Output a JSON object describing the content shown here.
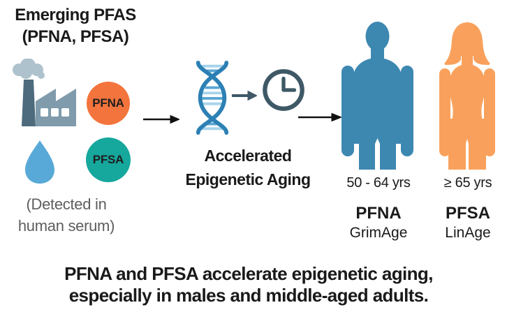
{
  "header": {
    "title_line1": "Emerging PFAS",
    "title_line2": "(PFNA, PFSA)"
  },
  "exposure": {
    "pfna_badge": "PFNA",
    "pfsa_badge": "PFSA",
    "detected_line1": "(Detected in",
    "detected_line2": "human serum)"
  },
  "mechanism": {
    "label_line1": "Accelerated",
    "label_line2": "Epigenetic Aging"
  },
  "outcomes": {
    "male": {
      "age_range": "50 - 64 yrs",
      "compound": "PFNA",
      "clock_name": "GrimAge"
    },
    "female": {
      "age_range": "≥ 65 yrs",
      "compound": "PFSA",
      "clock_name": "LinAge"
    }
  },
  "conclusion": {
    "line1": "PFNA and PFSA accelerate epigenetic aging,",
    "line2": "especially in males and middle-aged adults."
  },
  "icons": {
    "factory": "factory-icon",
    "water_drop": "water-drop-icon",
    "dna": "dna-helix-icon",
    "clock": "clock-icon",
    "flow_arrows": "arrow-right-icon",
    "male": "male-silhouette",
    "female": "female-silhouette"
  },
  "colors": {
    "pfna": "#F3743C",
    "pfsa": "#16A79D",
    "male": "#3D88B1",
    "female": "#F9A15C",
    "drop": "#58A9D7",
    "factory_body": "#7F9BAC",
    "factory_chimney": "#4D6B7C",
    "smoke": "#AEC2CE",
    "dna_strand": "#2C80B4",
    "dna_rung_light": "#A6D4EA",
    "dna_rung_mid": "#5BA7D3",
    "clock": "#3E5866",
    "text_dark": "#1A1A1A",
    "text_gray": "#5E5E5E",
    "arrow_black": "#111111"
  }
}
